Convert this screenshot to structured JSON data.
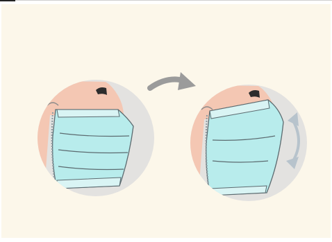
{
  "illustration": {
    "subject": "face-mask-adjustment",
    "steps": [
      {
        "id": "before",
        "state": "mask-flat"
      },
      {
        "id": "after",
        "state": "mask-expanded-under-chin"
      }
    ],
    "colors": {
      "background": "#fcf7ea",
      "circle": "#e3e2e0",
      "skin": "#f4c7b3",
      "mask": "#b8ecec",
      "mask_stripe": "#8fd5d9",
      "mask_edge": "#7fcdd3",
      "outline": "#5c6b70",
      "arrow": "#9b9b9b",
      "adjust_arrow": "#b7c3cc"
    },
    "icons": [
      "curved-arrow-icon",
      "double-headed-arrow-icon"
    ]
  }
}
